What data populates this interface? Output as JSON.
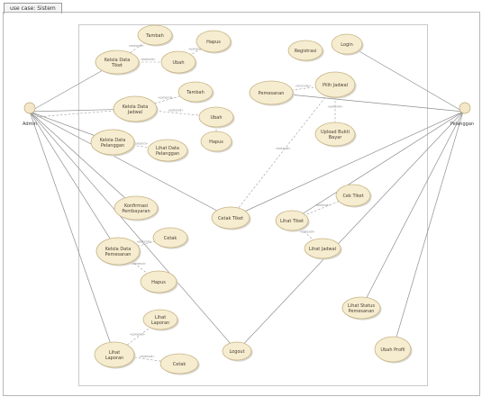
{
  "diagram": {
    "tab_label": "use case: Sistem",
    "actors": [
      {
        "id": "a1",
        "label": "Admin"
      },
      {
        "id": "a2",
        "label": "Pelanggan"
      }
    ],
    "use_cases": [
      {
        "id": "u1",
        "label": "Kelola Data Tiket"
      },
      {
        "id": "u2",
        "label": "Tambah"
      },
      {
        "id": "u3",
        "label": "Ubah"
      },
      {
        "id": "u4",
        "label": "Hapus"
      },
      {
        "id": "u5",
        "label": "Kelola Data Jadwal"
      },
      {
        "id": "u6",
        "label": "Tambah"
      },
      {
        "id": "u7",
        "label": "Ubah"
      },
      {
        "id": "u8",
        "label": "Hapus"
      },
      {
        "id": "u9",
        "label": "Kelola Data Pelanggan"
      },
      {
        "id": "u10",
        "label": "Lihat Data Pelanggan"
      },
      {
        "id": "u11",
        "label": "Konfirmasi Pembayaran"
      },
      {
        "id": "u12",
        "label": "Kelola Data Pemesanan"
      },
      {
        "id": "u13",
        "label": "Cetak"
      },
      {
        "id": "u14",
        "label": "Hapus"
      },
      {
        "id": "u15",
        "label": "Lihat Laporan"
      },
      {
        "id": "u16",
        "label": "Cetak"
      },
      {
        "id": "u17",
        "label": "Lihat Laporan"
      },
      {
        "id": "u18",
        "label": "Registrasi"
      },
      {
        "id": "u19",
        "label": "Login"
      },
      {
        "id": "u20",
        "label": "Pemesanan"
      },
      {
        "id": "u21",
        "label": "Pilih Jadwal"
      },
      {
        "id": "u22",
        "label": "Upload Bukti Bayar"
      },
      {
        "id": "u23",
        "label": "Cetak Tiket"
      },
      {
        "id": "u24",
        "label": "Lihat Tiket"
      },
      {
        "id": "u25",
        "label": "Cek Tiket"
      },
      {
        "id": "u26",
        "label": "Lihat Jadwal"
      },
      {
        "id": "u27",
        "label": "Logout"
      },
      {
        "id": "u28",
        "label": "Lihat Status Pemesanan"
      },
      {
        "id": "u29",
        "label": "Ubah Profil"
      }
    ],
    "relations": [
      {
        "from": "u1",
        "to": "u2",
        "label": "«extend»"
      },
      {
        "from": "u1",
        "to": "u3",
        "label": "«extend»"
      },
      {
        "from": "u3",
        "to": "u4",
        "label": "«extend»"
      },
      {
        "from": "u5",
        "to": "u6",
        "label": "«extend»"
      },
      {
        "from": "u5",
        "to": "u7",
        "label": "«extend»"
      },
      {
        "from": "u7",
        "to": "u8",
        "label": "«extend»"
      },
      {
        "from": "u9",
        "to": "u10",
        "label": "«extend»"
      },
      {
        "from": "u12",
        "to": "u13",
        "label": "«extend»"
      },
      {
        "from": "u12",
        "to": "u14",
        "label": "«extend»"
      },
      {
        "from": "u15",
        "to": "u17",
        "label": "«extend»"
      },
      {
        "from": "u15",
        "to": "u16",
        "label": "«extend»"
      },
      {
        "from": "u20",
        "to": "u21",
        "label": "«include»"
      },
      {
        "from": "u21",
        "to": "u22",
        "label": "«extend»"
      },
      {
        "from": "u21",
        "to": "u23",
        "label": "«extend»"
      },
      {
        "from": "u24",
        "to": "u25",
        "label": "«extend»"
      },
      {
        "from": "u24",
        "to": "u26",
        "label": "«extend»"
      }
    ]
  }
}
